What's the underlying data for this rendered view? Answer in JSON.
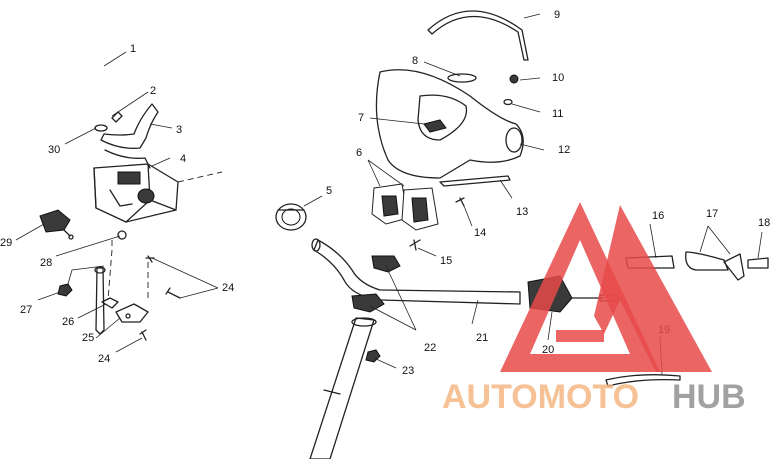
{
  "diagram": {
    "callouts": [
      "1",
      "2",
      "3",
      "4",
      "5",
      "6",
      "7",
      "8",
      "9",
      "10",
      "11",
      "12",
      "13",
      "14",
      "15",
      "16",
      "17",
      "18",
      "19",
      "20",
      "21",
      "22",
      "23",
      "24",
      "25",
      "26",
      "27",
      "28",
      "29",
      "30"
    ]
  },
  "watermark": {
    "text_left": "AUTOMOTO",
    "text_right": "HUB",
    "colors": {
      "logo_red": "#e84a4a",
      "text_orange": "#f2b27a",
      "text_gray": "#8a8a8a"
    }
  }
}
